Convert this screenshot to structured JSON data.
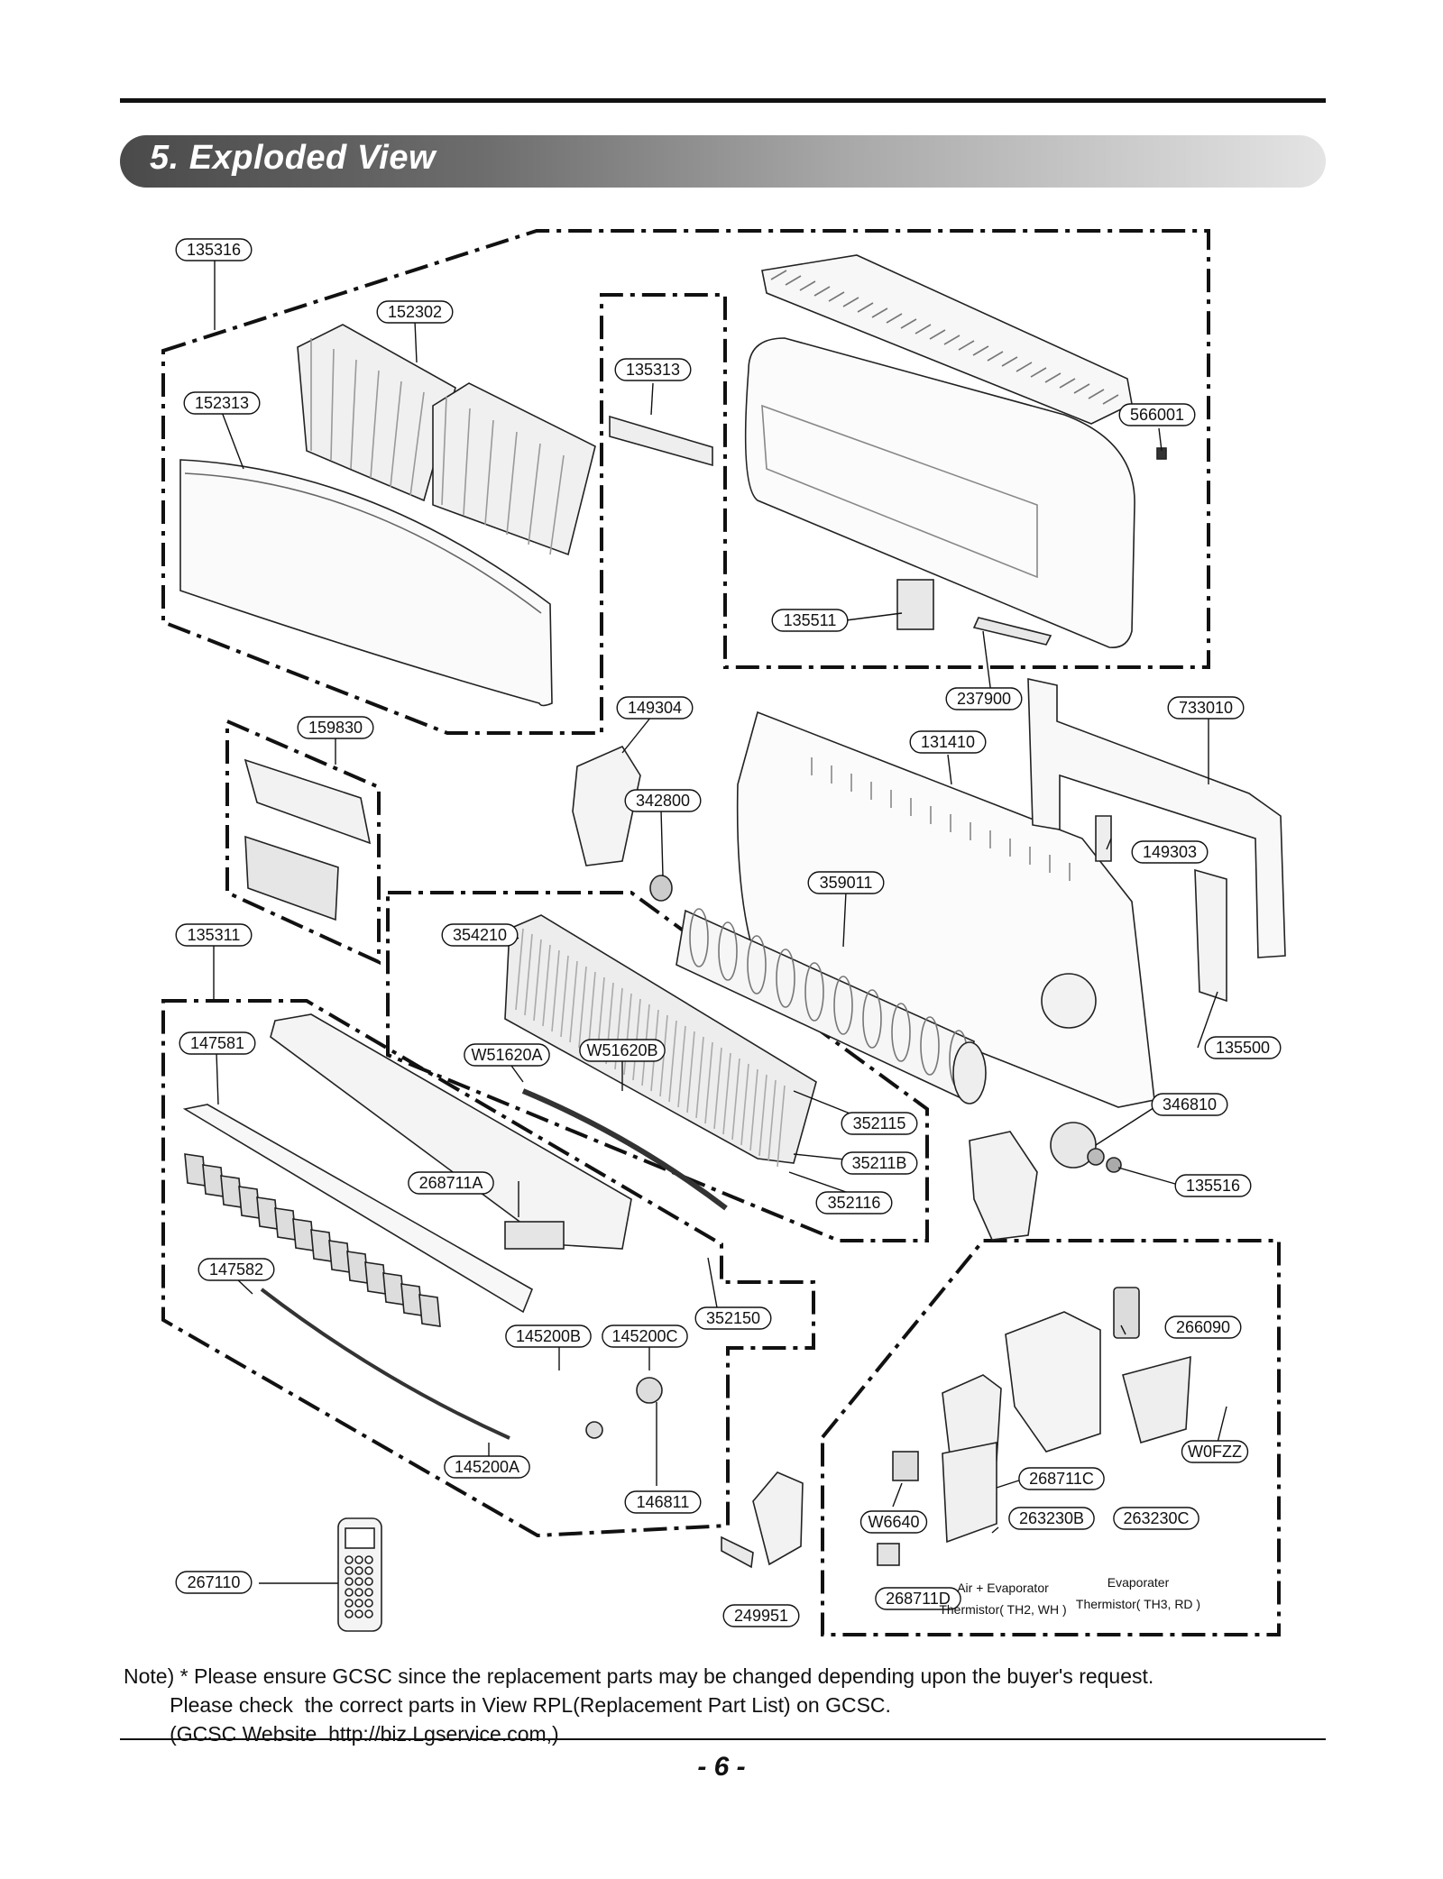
{
  "section_title": "5. Exploded View",
  "part_callouts": [
    "135316",
    "152302",
    "152313",
    "135313",
    "566001",
    "135511",
    "237900",
    "733010",
    "149304",
    "159830",
    "131410",
    "342800",
    "149303",
    "359011",
    "135311",
    "354210",
    "147581",
    "W51620A",
    "W51620B",
    "135500",
    "346810",
    "352115",
    "35211B",
    "268711A",
    "135516",
    "352116",
    "147582",
    "352150",
    "145200B",
    "145200C",
    "266090",
    "145200A",
    "W0FZZ",
    "268711C",
    "146811",
    "W6640",
    "263230B",
    "263230C",
    "267110",
    "268711D",
    "249951"
  ],
  "captions": {
    "air_evap_line1": "Air + Evaporator",
    "air_evap_line2": "Thermistor( TH2, WH )",
    "evap_line1": "Evaporater",
    "evap_line2": "Thermistor( TH3, RD )"
  },
  "note": {
    "line1": "Note) * Please ensure GCSC since the replacement parts may be changed depending upon the buyer's request.",
    "line2": "        Please check  the correct parts in View RPL(Replacement Part List) on GCSC.",
    "line3": "        (GCSC Website  http://biz.Lgservice.com,)"
  },
  "page_number": "- 6 -"
}
